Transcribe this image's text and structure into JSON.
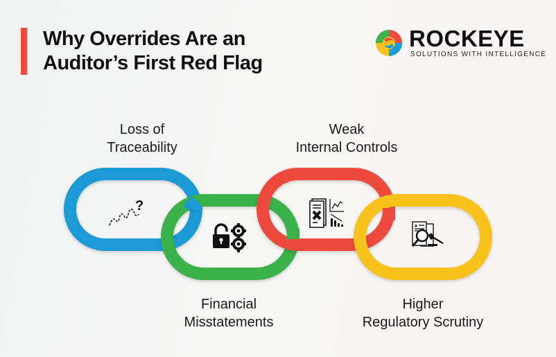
{
  "header": {
    "title_line1": "Why Overrides Are an",
    "title_line2": "Auditor’s First Red Flag",
    "accent_color": "#ee4a3d"
  },
  "logo": {
    "name": "ROCKEYE",
    "tagline": "SOLUTIONS WITH INTELLIGENCE",
    "icon": "swirl-logo-icon"
  },
  "chain": {
    "links": [
      {
        "id": "traceability",
        "color": "#1a9ad6",
        "icon": "dashed-path-question-icon",
        "label_line1": "Loss of",
        "label_line2": "Traceability",
        "label_position": "top"
      },
      {
        "id": "misstatements",
        "color": "#3bb14a",
        "icon": "unlocked-padlock-gears-icon",
        "label_line1": "Financial",
        "label_line2": "Misstatements",
        "label_position": "bottom"
      },
      {
        "id": "controls",
        "color": "#ee4a3d",
        "icon": "rejected-document-declining-chart-icon",
        "label_line1": "Weak",
        "label_line2": "Internal Controls",
        "label_position": "top"
      },
      {
        "id": "scrutiny",
        "color": "#f8c21c",
        "icon": "document-magnifier-gavel-icon",
        "label_line1": "Higher",
        "label_line2": "Regulatory Scrutiny",
        "label_position": "bottom"
      }
    ]
  }
}
